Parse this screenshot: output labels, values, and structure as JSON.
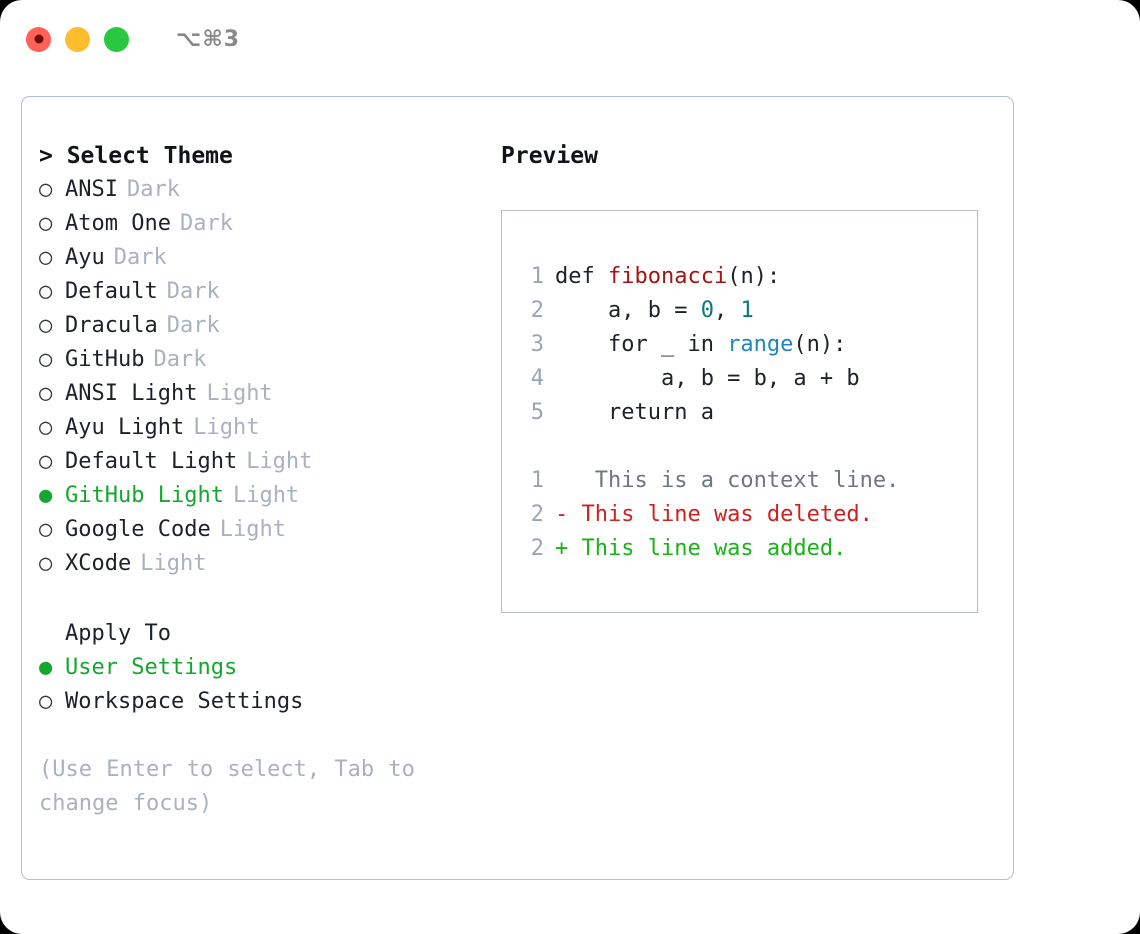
{
  "titlebar": {
    "shortcut": "⌥⌘3",
    "buttons": [
      {
        "name": "close",
        "color": "#ff6058"
      },
      {
        "name": "minimize",
        "color": "#ffbd2e"
      },
      {
        "name": "maximize",
        "color": "#28c840"
      }
    ]
  },
  "theme_picker": {
    "heading": "> Select Theme",
    "marker_off": "○",
    "marker_on": "●",
    "items": [
      {
        "name": "ANSI",
        "variant": "Dark",
        "selected": false
      },
      {
        "name": "Atom One",
        "variant": "Dark",
        "selected": false
      },
      {
        "name": "Ayu",
        "variant": "Dark",
        "selected": false
      },
      {
        "name": "Default",
        "variant": "Dark",
        "selected": false
      },
      {
        "name": "Dracula",
        "variant": "Dark",
        "selected": false
      },
      {
        "name": "GitHub",
        "variant": "Dark",
        "selected": false
      },
      {
        "name": "ANSI Light",
        "variant": "Light",
        "selected": false
      },
      {
        "name": "Ayu Light",
        "variant": "Light",
        "selected": false
      },
      {
        "name": "Default Light",
        "variant": "Light",
        "selected": false
      },
      {
        "name": "GitHub Light",
        "variant": "Light",
        "selected": true
      },
      {
        "name": "Google Code",
        "variant": "Light",
        "selected": false
      },
      {
        "name": "XCode",
        "variant": "Light",
        "selected": false
      }
    ]
  },
  "apply_to": {
    "heading": "Apply To",
    "items": [
      {
        "name": "User Settings",
        "selected": true
      },
      {
        "name": "Workspace Settings",
        "selected": false
      }
    ]
  },
  "hint": "(Use Enter to select, Tab to change focus)",
  "preview": {
    "title": "Preview",
    "code_lines": [
      {
        "lno": "1",
        "tokens": [
          {
            "t": "def ",
            "k": "plain"
          },
          {
            "t": "fibonacci",
            "k": "func"
          },
          {
            "t": "(n):",
            "k": "plain"
          }
        ]
      },
      {
        "lno": "2",
        "tokens": [
          {
            "t": "    a, b = ",
            "k": "plain"
          },
          {
            "t": "0",
            "k": "num"
          },
          {
            "t": ", ",
            "k": "plain"
          },
          {
            "t": "1",
            "k": "num"
          }
        ]
      },
      {
        "lno": "3",
        "tokens": [
          {
            "t": "    for _ in ",
            "k": "plain"
          },
          {
            "t": "range",
            "k": "builtin"
          },
          {
            "t": "(n):",
            "k": "plain"
          }
        ]
      },
      {
        "lno": "4",
        "tokens": [
          {
            "t": "        a, b = b, a + b",
            "k": "plain"
          }
        ]
      },
      {
        "lno": "5",
        "tokens": [
          {
            "t": "    return a",
            "k": "plain"
          }
        ]
      }
    ],
    "diff_lines": [
      {
        "lno": "1",
        "sign": " ",
        "text": "  This is a context line.",
        "kind": "ctx"
      },
      {
        "lno": "2",
        "sign": "-",
        "text": " This line was deleted.",
        "kind": "del"
      },
      {
        "lno": "2",
        "sign": "+",
        "text": " This line was added.",
        "kind": "add"
      }
    ]
  },
  "colors": {
    "accent_green": "#16a730",
    "border": "#b6bfc9",
    "muted": "#a9b2bd",
    "line_number": "#9aa5b1",
    "syntax_function": "#a31515",
    "syntax_number": "#0b7a78",
    "syntax_builtin": "#1f85c4",
    "diff_deleted": "#cc2222",
    "diff_added": "#19b319",
    "diff_context": "#6e7781"
  }
}
